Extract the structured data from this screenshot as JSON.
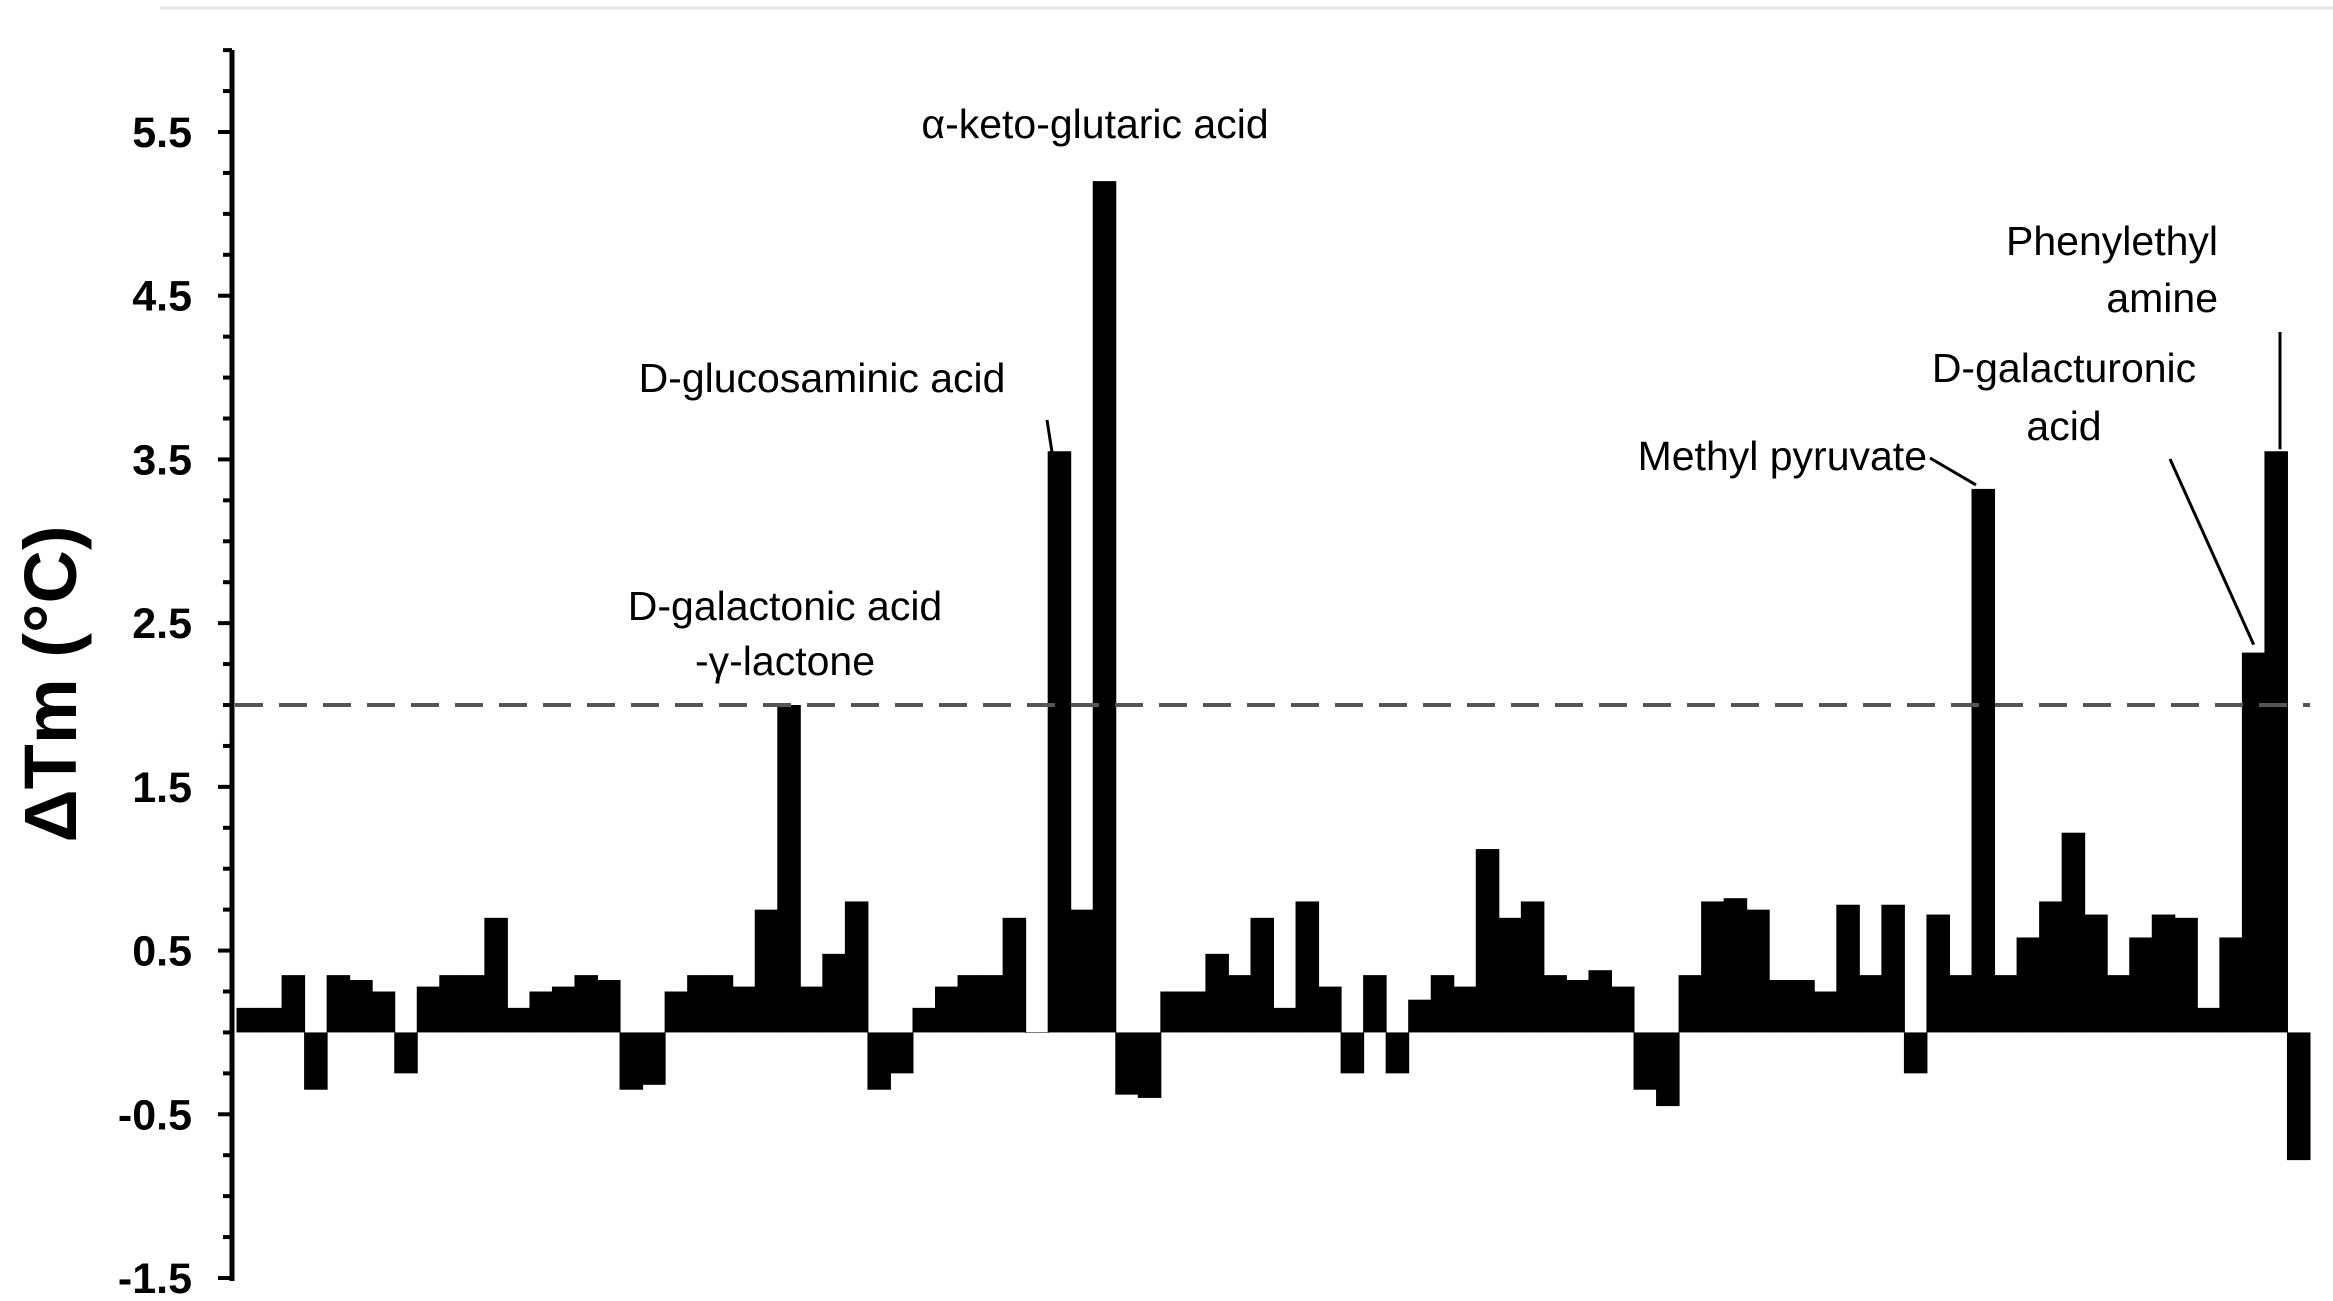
{
  "chart_data": {
    "type": "bar",
    "title": "",
    "xlabel": "",
    "ylabel": "ΔTm (°C)",
    "ylim": [
      -1.5,
      6.0
    ],
    "yticks": [
      5.5,
      4.5,
      3.5,
      2.5,
      1.5,
      0.5,
      -0.5,
      -1.5
    ],
    "ytick_labels": [
      "5.5",
      "4.5",
      "3.5",
      "2.5",
      "1.5",
      "0.5",
      "-0.5",
      "-1.5"
    ],
    "grid": false,
    "legend": "none",
    "threshold": 2.0,
    "bar_color": "#000000",
    "threshold_color": "#555555",
    "values": [
      0.15,
      0.15,
      0.35,
      -0.35,
      0.35,
      0.32,
      0.25,
      -0.25,
      0.28,
      0.35,
      0.35,
      0.7,
      0.15,
      0.25,
      0.28,
      0.35,
      0.32,
      -0.35,
      -0.32,
      0.25,
      0.35,
      0.35,
      0.28,
      0.75,
      2.0,
      0.28,
      0.48,
      0.8,
      -0.35,
      -0.25,
      0.15,
      0.28,
      0.35,
      0.35,
      0.7,
      0.0,
      3.55,
      0.75,
      5.2,
      -0.38,
      -0.4,
      0.25,
      0.25,
      0.48,
      0.35,
      0.7,
      0.15,
      0.8,
      0.28,
      -0.25,
      0.35,
      -0.25,
      0.2,
      0.35,
      0.28,
      1.12,
      0.7,
      0.8,
      0.35,
      0.32,
      0.38,
      0.28,
      -0.35,
      -0.45,
      0.35,
      0.8,
      0.82,
      0.75,
      0.32,
      0.32,
      0.25,
      0.78,
      0.35,
      0.78,
      -0.25,
      0.72,
      0.35,
      3.32,
      0.35,
      0.58,
      0.8,
      1.22,
      0.72,
      0.35,
      0.58,
      0.72,
      0.7,
      0.15,
      0.58,
      2.32,
      3.55,
      -0.78
    ],
    "annotations": [
      {
        "lines": [
          "D-galactonic acid",
          "-γ-lactone"
        ],
        "bar_index": 24,
        "value": 2.0
      },
      {
        "lines": [
          "D-glucosaminic acid"
        ],
        "bar_index": 36,
        "value": 3.55
      },
      {
        "lines": [
          "α-keto-glutaric acid"
        ],
        "bar_index": 38,
        "value": 5.2
      },
      {
        "lines": [
          "Methyl pyruvate"
        ],
        "bar_index": 77,
        "value": 3.32
      },
      {
        "lines": [
          "D-galacturonic",
          "acid"
        ],
        "bar_index": 89,
        "value": 2.32
      },
      {
        "lines": [
          "Phenylethyl",
          "amine"
        ],
        "bar_index": 90,
        "value": 3.55
      }
    ]
  }
}
